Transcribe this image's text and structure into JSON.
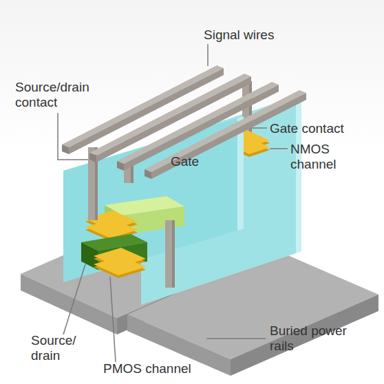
{
  "diagram": {
    "labels": [
      "Signal wires",
      "Source/drain contact",
      "Gate contact",
      "NMOS channel",
      "Gate",
      "Source/ drain",
      "PMOS channel",
      "Buried power rails"
    ]
  }
}
